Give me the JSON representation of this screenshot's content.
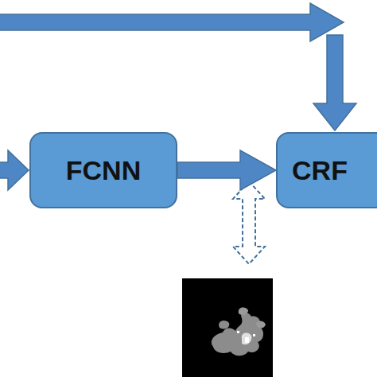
{
  "diagram": {
    "nodes": [
      {
        "text": [
          "FCNN"
        ]
      },
      {
        "text": [
          "CRF"
        ]
      }
    ],
    "edges": [
      {
        "from": 0,
        "to": 1,
        "arrow": "to"
      }
    ]
  }
}
